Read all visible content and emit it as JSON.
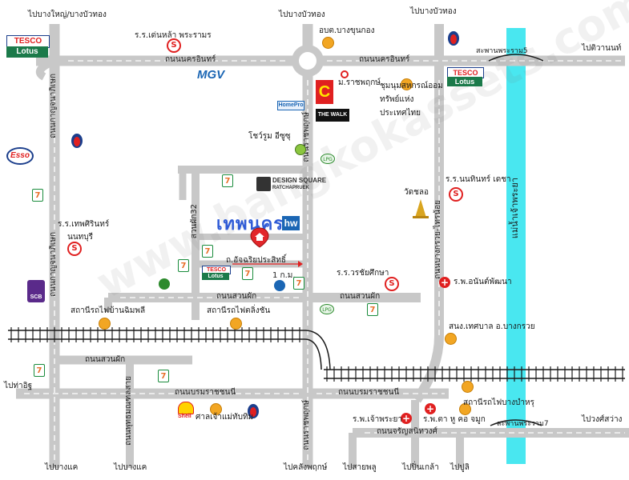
{
  "title": "เทพนคร",
  "marker_icon": "home-marker-icon",
  "watermark": "www.bangkokassets.com",
  "colors": {
    "road": "#c8c8c8",
    "river": "#49e7f0",
    "title": "#2f5bd6",
    "poi_dot": "#f2a623",
    "rail": "#1a1a1a"
  },
  "directions": {
    "top_left": "ไปบางใหญ่/บางบัวทอง",
    "top_mid": "ไปบางบัวทอง",
    "top_right": "ไปบางบัวทอง",
    "right_upper": "ไปติวานนท์",
    "left_mid": "ไปท่าอิฐ",
    "right_lower": "ไปวงศ์สว่าง",
    "bottom_1": "ไปบางแค",
    "bottom_2": "ไปบางแค",
    "bottom_3": "ไปคลังพฤกษ์",
    "bottom_4": "ไปสายพลู",
    "bottom_5": "ไปปิ่นเกล้า",
    "bottom_6": "ไปปูลิ"
  },
  "roads": {
    "nakhon_in_left": "ถนนนครอินทร์",
    "nakhon_in_right": "ถนนนครอินทร์",
    "kanchana_upper": "ถนนกาญจนาภิเษก",
    "kanchana_lower": "ถนนกาญจนาภิเษก",
    "ratchaphruek_upper": "ถนนราชพฤกษ์",
    "ratchaphruek_lower": "ถนนราชพฤกษ์",
    "bangkruai": "ถนนบางกรวย-ไทรน้อย",
    "suanphak_mid": "ถนนสวนผัก",
    "suanphak_right": "ถนนสวนผัก",
    "suanphak_left": "ถนนสวนผัก",
    "borommaratchachonnani_1": "ถนนบรมราชชนนี",
    "borommaratchachonnani_2": "ถนนบรมราชชนนี",
    "charansanitwong": "ถนนจรัญสนิทวงศ์",
    "phutthamonthon": "ถนนพุทธมณฑลสาย",
    "suanphak32": "สวนผัก32",
    "achariya": "ถ.อัจฉริยประสิทธิ์",
    "distance": "1 ก.ม."
  },
  "bridges": {
    "phra_ram5": "สะพานพระราม5",
    "phra_ram7": "สะพานพระราม7"
  },
  "river": "แม่น้ำเจ้าพระยา",
  "pois": {
    "school_tenla": "ร.ร.เด่นหล้า พระรามร",
    "school_thepsirin": "ร.ร.เทพศิรินทร์",
    "nonthaburi": "นนทบุรี",
    "amphoe_bangkhunthong": "อบต.บางขุนกอง",
    "m_ratchaphruek": "ม.ราชพฤกษ์",
    "sahakorn": "ชุมนุมสหกรณ์ออมทรัพย์แห่งประเทศไทย",
    "showroom_isuzu": "โชว์รูม อีซูซุ",
    "school_nonthin": "ร.ร.นนทินทร์ เดชา",
    "wat_chalo": "วัดชลอ",
    "school_worachon": "ร.ร.วรชัยศึกษา",
    "hospital_anan": "ร.พ.อนันต์พัฒนา",
    "station_bang_ramat": "สถานีรถไฟบ้านฉิมพลี",
    "station_taling_chan": "สถานีรถไฟตลิ่งชัน",
    "bang_kruai_office": "สนง.เทศบาล อ.บางกรวย",
    "station_bang_bamru": "สถานีรถไฟบางบำหรุ",
    "shrine": "ศาลเจ้าแม่ทับทิม",
    "hospital_chaophraya": "ร.พ.เจ้าพระยา",
    "hospital_eye": "ร.พ.ตา หู คอ จมูก"
  },
  "logos": {
    "tesco_left": "TESCO",
    "lotus_left": "Lotus",
    "tesco_right": "TESCO",
    "lotus_right": "Lotus",
    "tesco_small": "TESCO",
    "lotus_small": "Lotus",
    "esso": "Esso",
    "mgv": "MGV",
    "homepro": "HomePro",
    "thewalk": "THE WALK",
    "design_square": "DESIGN SQUARE",
    "design_sub": "RATCHAPRUEK",
    "hw": "hw",
    "scb": "SCB",
    "shell": "Shell",
    "big_c": "C",
    "seven": "7",
    "lpg": "LPG"
  }
}
